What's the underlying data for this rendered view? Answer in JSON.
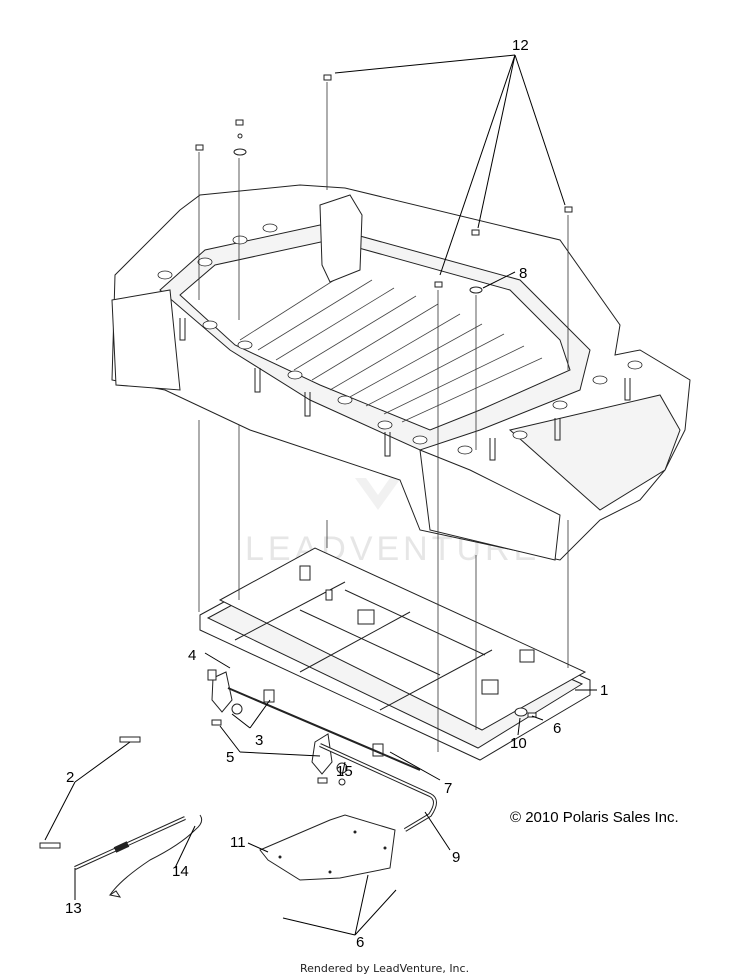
{
  "diagram": {
    "callouts": [
      "1",
      "2",
      "3",
      "4",
      "5",
      "6",
      "6",
      "7",
      "8",
      "9",
      "10",
      "11",
      "12",
      "13",
      "14",
      "15"
    ],
    "copyright": "© 2010 Polaris Sales Inc.",
    "footer": "Rendered by LeadVenture, Inc.",
    "watermark": "LEADVENTURE"
  }
}
